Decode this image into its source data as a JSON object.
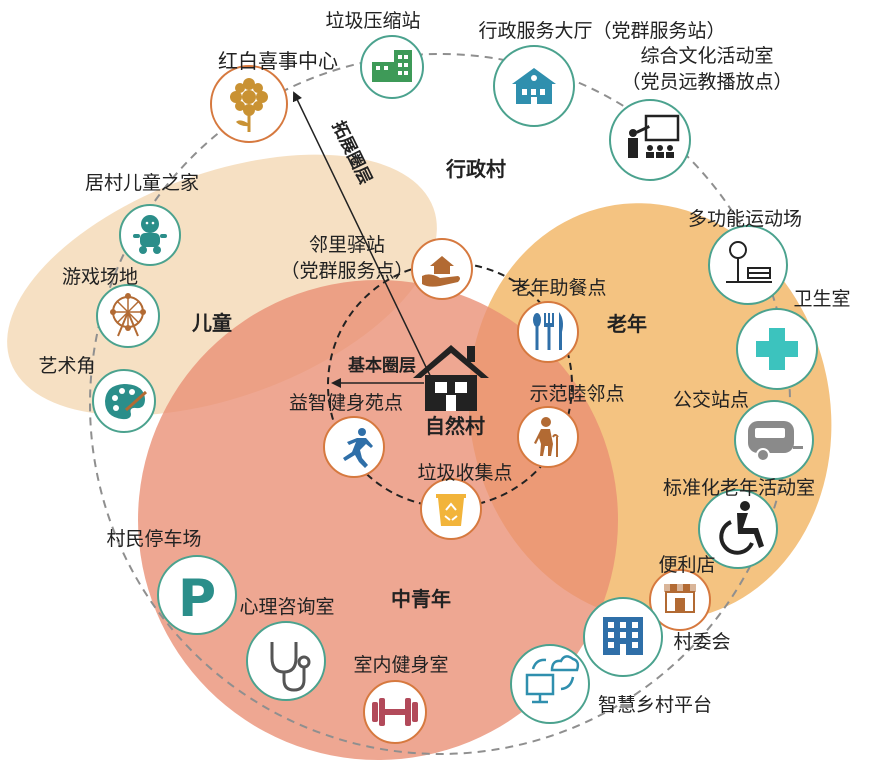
{
  "center": {
    "label": "自然村"
  },
  "rings": {
    "basic": "基本圈层",
    "extended": "拓展圈层"
  },
  "zones": {
    "admin_village": "行政村",
    "children": "儿童",
    "elderly": "老年",
    "middle_youth": "中青年"
  },
  "facilities": {
    "banquet_center": "红白喜事中心",
    "garbage_compression": "垃圾压缩站",
    "admin_hall": "行政服务大厅（党群服务站）",
    "culture_room_1": "综合文化活动室",
    "culture_room_2": "（党员远教播放点）",
    "children_home": "居村儿童之家",
    "neighbor_station_1": "邻里驿站",
    "neighbor_station_2": "（党群服务点）",
    "elderly_dining": "老年助餐点",
    "multi_sports": "多功能运动场",
    "playground": "游戏场地",
    "clinic": "卫生室",
    "art_corner": "艺术角",
    "fitness_garden": "益智健身苑点",
    "harmony_point": "示范睦邻点",
    "bus_stop": "公交站点",
    "garbage_point": "垃圾收集点",
    "elderly_activity": "标准化老年活动室",
    "parking": "村民停车场",
    "convenience_store": "便利店",
    "counseling": "心理咨询室",
    "committee": "村委会",
    "indoor_gym": "室内健身室",
    "smart_platform": "智慧乡村平台"
  },
  "colors": {
    "children_zone": "#F5DDBE",
    "elderly_zone": "#F2B96B",
    "youth_zone": "#E98E73",
    "teal": "#2B8E8A",
    "brown": "#B26A33",
    "orange": "#E5832E",
    "ring_outline_green": "#4BA28E",
    "ring_outline_orange": "#D6793F"
  }
}
